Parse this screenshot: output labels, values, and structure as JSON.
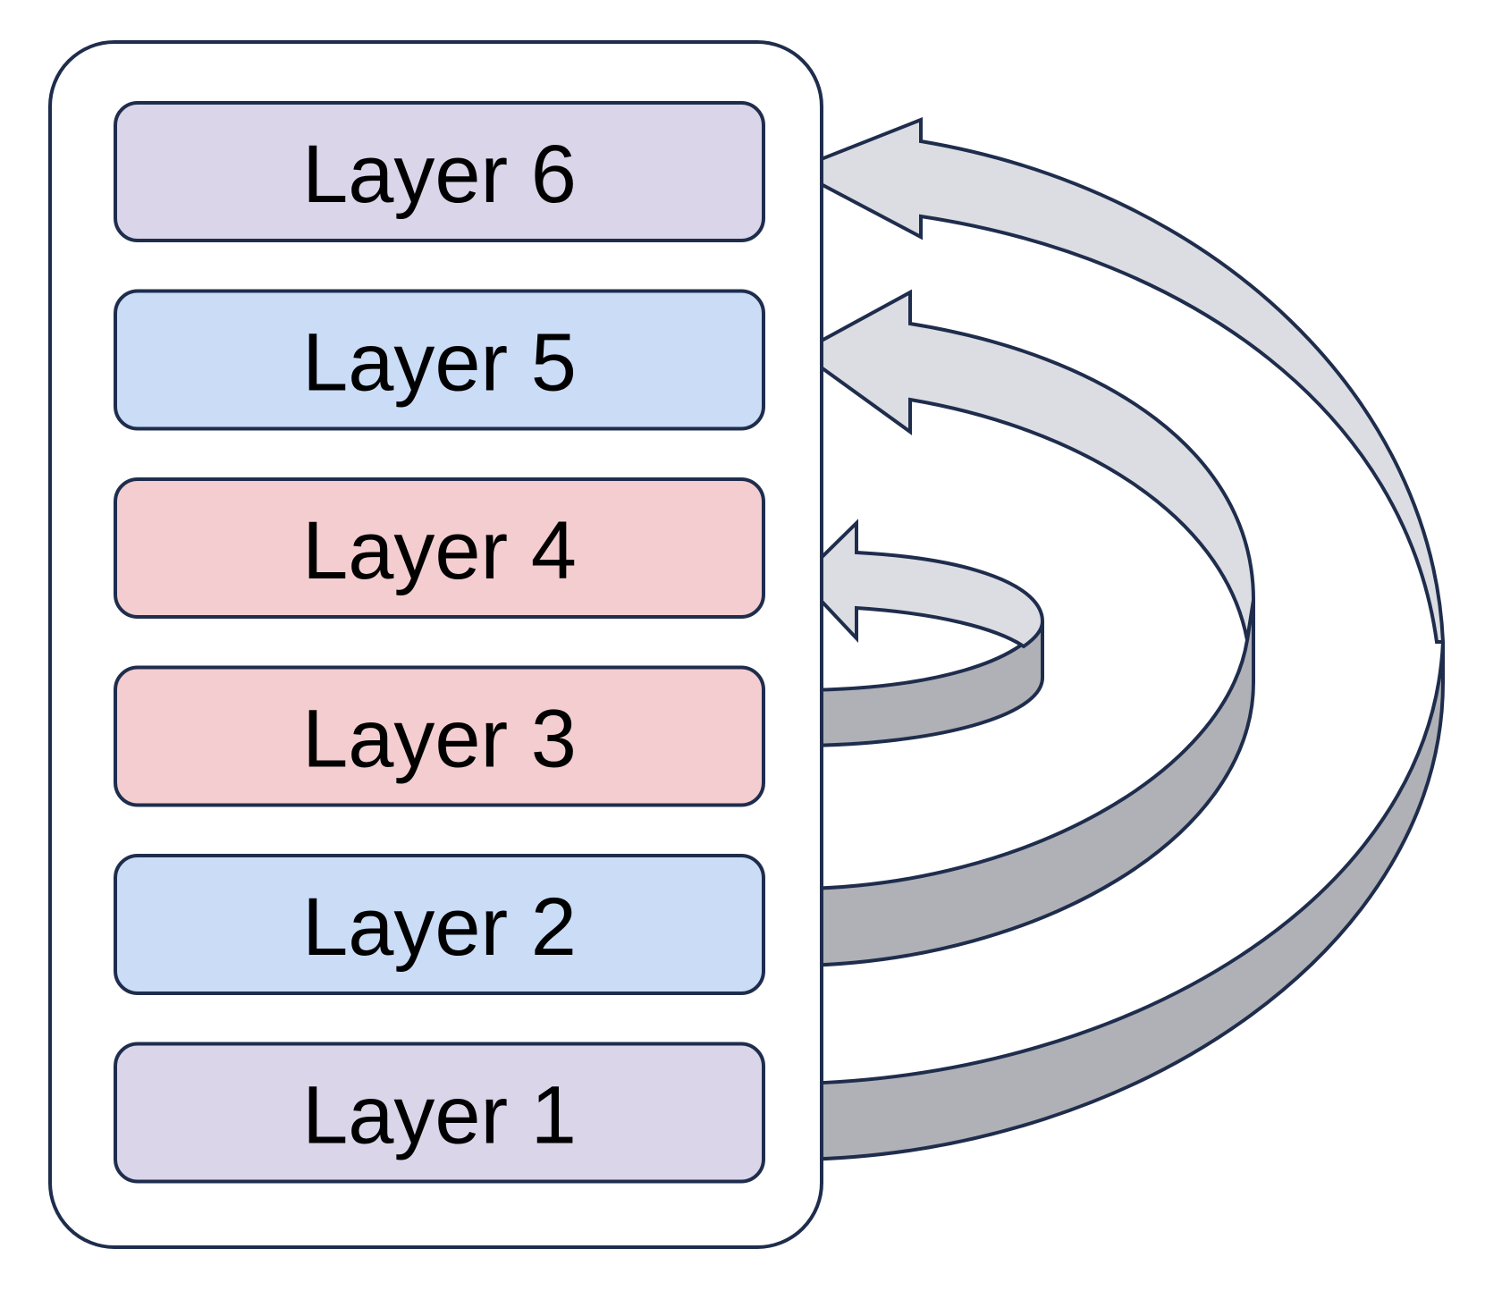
{
  "layers": [
    {
      "label": "Layer 6",
      "fill": "#dad5e9"
    },
    {
      "label": "Layer 5",
      "fill": "#cadcf6"
    },
    {
      "label": "Layer 4",
      "fill": "#f3cdcf"
    },
    {
      "label": "Layer 3",
      "fill": "#f3cdcf"
    },
    {
      "label": "Layer 2",
      "fill": "#cadcf6"
    },
    {
      "label": "Layer 1",
      "fill": "#dad5e9"
    }
  ],
  "connections": [
    {
      "from": "Layer 1",
      "to": "Layer 6"
    },
    {
      "from": "Layer 2",
      "to": "Layer 5"
    },
    {
      "from": "Layer 3",
      "to": "Layer 4"
    }
  ],
  "colors": {
    "outline": "#1f2d4d",
    "arrow_top": "#dcdde2",
    "arrow_side": "#b0b1b6",
    "frame_fill": "#ffffff"
  }
}
